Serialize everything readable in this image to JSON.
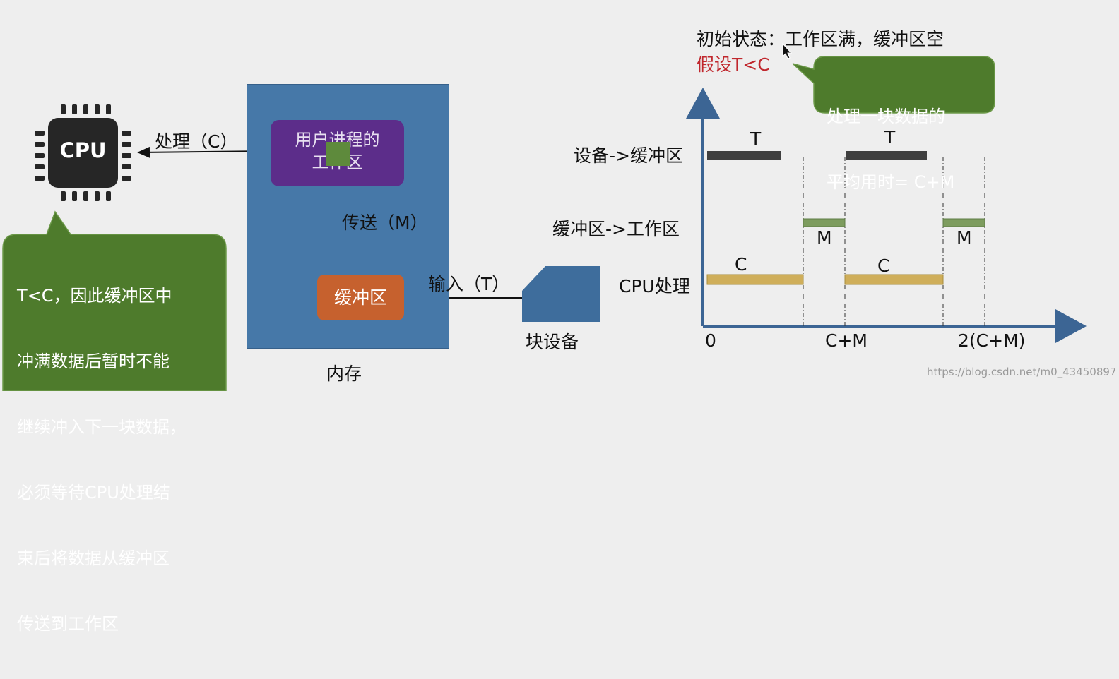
{
  "cpu": {
    "label": "CPU",
    "icon": "cpu-chip-icon"
  },
  "memory": {
    "label": "内存",
    "user_area": {
      "line1": "用户进程的",
      "line2": "工作区"
    },
    "buffer": "缓冲区"
  },
  "device": {
    "label": "块设备",
    "icon": "block-device-icon"
  },
  "arrows": {
    "process": "处理（C）",
    "transfer": "传送（M）",
    "input": "输入（T）"
  },
  "left_callout": {
    "lines": [
      "T<C，因此缓冲区中",
      "冲满数据后暂时不能",
      "继续冲入下一块数据，",
      "必须等待CPU处理结",
      "束后将数据从缓冲区",
      "传送到工作区"
    ]
  },
  "header": {
    "initial_state": "初始状态：工作区满，缓冲区空",
    "assumption": "假设T<C"
  },
  "right_callout": {
    "line1": "处理一块数据的",
    "line2": "平均用时= C+M"
  },
  "timeline": {
    "rows": [
      "设备->缓冲区",
      "缓冲区->工作区",
      "CPU处理"
    ],
    "x_ticks": [
      "0",
      "C+M",
      "2(C+M)"
    ],
    "bar_labels": {
      "T": "T",
      "M": "M",
      "C": "C"
    }
  },
  "watermark": "https://blog.csdn.net/m0_43450897",
  "colors": {
    "memory": "#4678a8",
    "user_area": "#5c2d8a",
    "buffer": "#c6612e",
    "callout": "#4e7b2c",
    "bar_device": "#3f3f3f",
    "bar_transfer": "#7d9c5e",
    "bar_cpu": "#cfae5a",
    "axis": "#3c6594",
    "assumption": "#c0272d"
  }
}
